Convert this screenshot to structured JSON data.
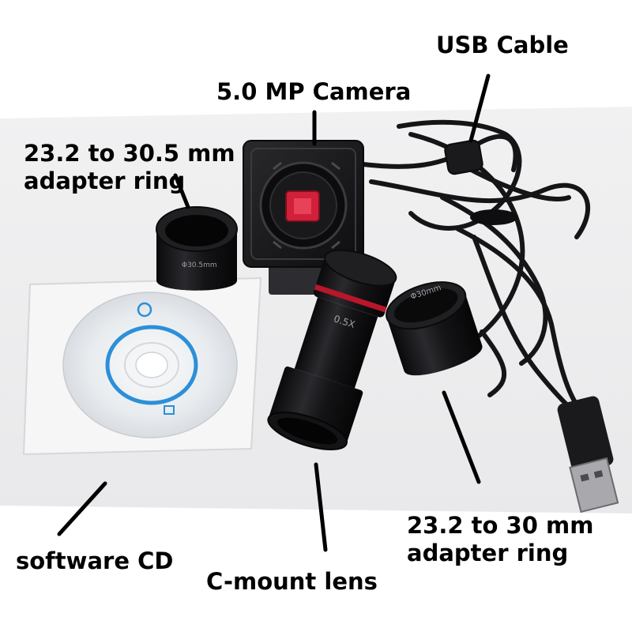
{
  "labels": {
    "usb_cable": "USB Cable",
    "camera": "5.0 MP Camera",
    "adapter_305": [
      "23.2 to 30.5 mm",
      "adapter ring"
    ],
    "software_cd": "software CD",
    "c_mount": "C-mount lens",
    "adapter_30": [
      "23.2 to 30 mm",
      "adapter ring"
    ]
  },
  "engravings": {
    "ring_305": "Φ30.5mm",
    "ring_30": "Φ30mm",
    "lens": "0.5X"
  },
  "colors": {
    "background": "#ffffff",
    "body_black": "#121214",
    "sensor_red": "#d0203a",
    "cd_blue": "#2c8fd8",
    "lens_ring_red": "#b8162a"
  }
}
